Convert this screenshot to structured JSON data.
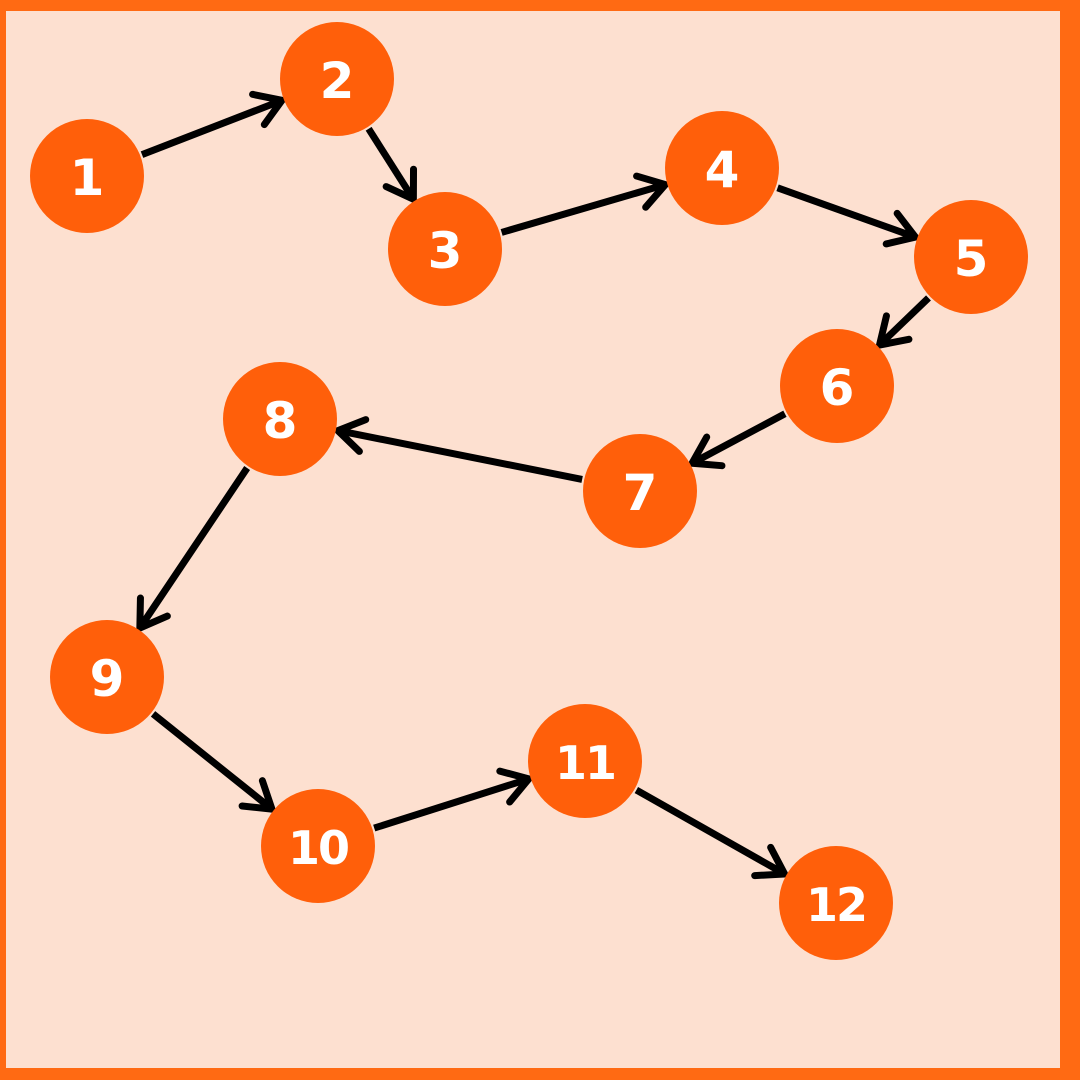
{
  "diagram": {
    "colors": {
      "border": "#ff6a13",
      "background": "#fde0d0",
      "node_fill": "#ff5f0a",
      "node_text": "#ffffff",
      "arrow": "#000000"
    },
    "nodes": [
      {
        "id": 1,
        "label": "1"
      },
      {
        "id": 2,
        "label": "2"
      },
      {
        "id": 3,
        "label": "3"
      },
      {
        "id": 4,
        "label": "4"
      },
      {
        "id": 5,
        "label": "5"
      },
      {
        "id": 6,
        "label": "6"
      },
      {
        "id": 7,
        "label": "7"
      },
      {
        "id": 8,
        "label": "8"
      },
      {
        "id": 9,
        "label": "9"
      },
      {
        "id": 10,
        "label": "10"
      },
      {
        "id": 11,
        "label": "11"
      },
      {
        "id": 12,
        "label": "12"
      }
    ],
    "edges": [
      {
        "from": 1,
        "to": 2
      },
      {
        "from": 2,
        "to": 3
      },
      {
        "from": 3,
        "to": 4
      },
      {
        "from": 4,
        "to": 5
      },
      {
        "from": 5,
        "to": 6
      },
      {
        "from": 6,
        "to": 7
      },
      {
        "from": 7,
        "to": 8
      },
      {
        "from": 8,
        "to": 9
      },
      {
        "from": 9,
        "to": 10
      },
      {
        "from": 10,
        "to": 11
      },
      {
        "from": 11,
        "to": 12
      }
    ]
  }
}
